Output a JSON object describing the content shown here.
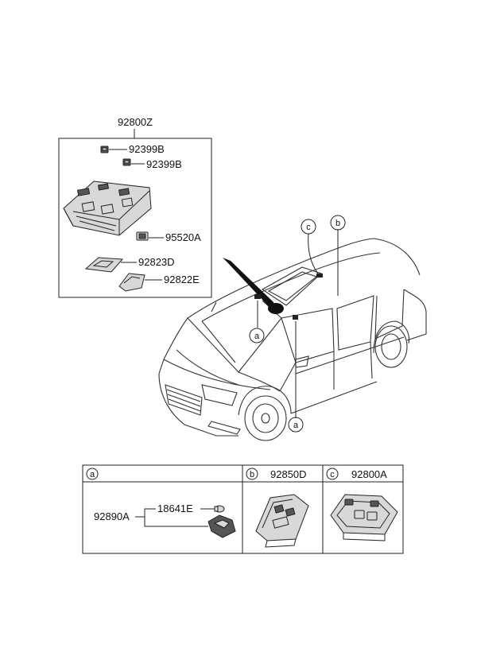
{
  "assembly": {
    "number": "92800Z"
  },
  "main_box_parts": [
    {
      "name": "part-92399b-upper",
      "number": "92399B"
    },
    {
      "name": "part-92399b-lower",
      "number": "92399B"
    },
    {
      "name": "part-95520a",
      "number": "95520A"
    },
    {
      "name": "part-92823d",
      "number": "92823D"
    },
    {
      "name": "part-92822e",
      "number": "92822E"
    }
  ],
  "callouts": {
    "a": "a",
    "b": "b",
    "c": "c"
  },
  "detail_table": {
    "cells": [
      {
        "letter": "a",
        "number": ""
      },
      {
        "letter": "b",
        "number": "92850D"
      },
      {
        "letter": "c",
        "number": "92800A"
      }
    ],
    "cell_a_parts": {
      "parent": "92890A",
      "child": "18641E"
    }
  }
}
